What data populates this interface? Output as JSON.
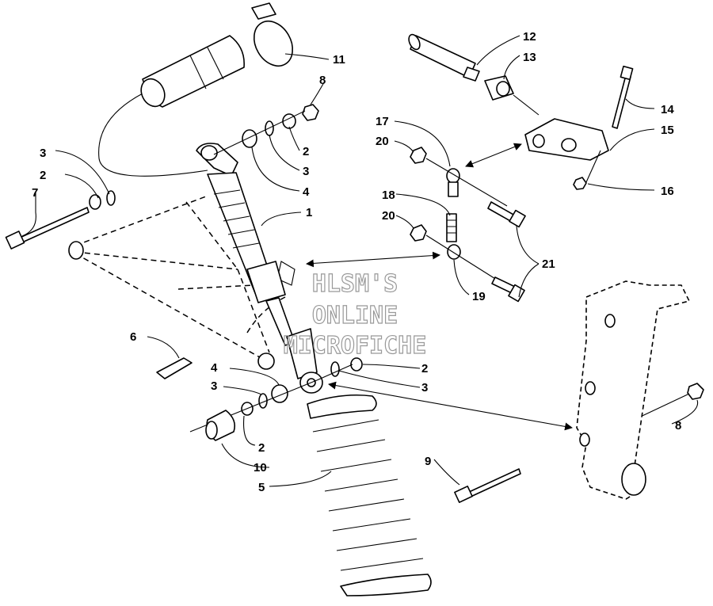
{
  "watermark": {
    "line1": "HLSM'S",
    "line2": "ONLINE",
    "line3": "MICROFICHE"
  },
  "callouts": {
    "c1": "1",
    "c2a": "2",
    "c2b": "2",
    "c2c": "2",
    "c2d": "2",
    "c3a": "3",
    "c3b": "3",
    "c3c": "3",
    "c3d": "3",
    "c4a": "4",
    "c4b": "4",
    "c5": "5",
    "c6": "6",
    "c7": "7",
    "c8a": "8",
    "c8b": "8",
    "c9": "9",
    "c10": "10",
    "c11": "11",
    "c12": "12",
    "c13": "13",
    "c14": "14",
    "c15": "15",
    "c16": "16",
    "c17": "17",
    "c18": "18",
    "c19": "19",
    "c20a": "20",
    "c20b": "20",
    "c21": "21"
  }
}
